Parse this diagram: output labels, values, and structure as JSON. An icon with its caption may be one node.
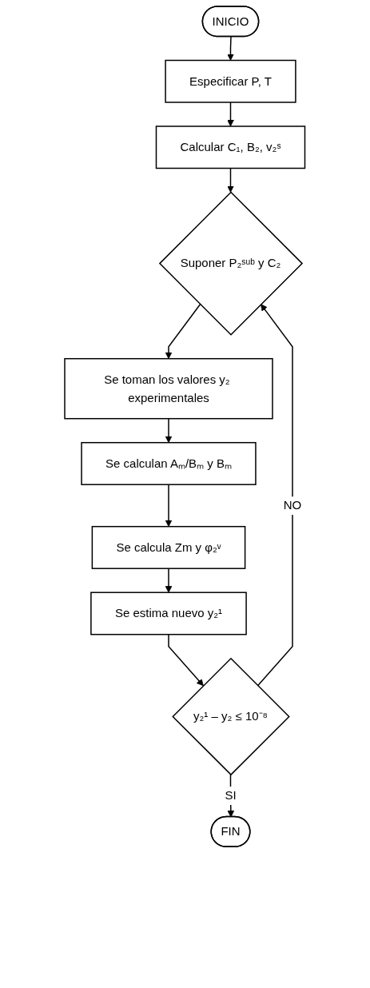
{
  "diagram": {
    "nodes": [
      {
        "text": [
          "INICIO"
        ]
      },
      {
        "text": [
          "Especificar P, T"
        ]
      },
      {
        "text": [
          "Calcular C₁, B₂, v₂ˢ"
        ]
      },
      {
        "text": [
          "Suponer P₂ˢᵘᵇ y C₂"
        ]
      },
      {
        "text": [
          "Se toman los valores y₂ experimentales"
        ]
      },
      {
        "text": [
          "Se calculan Aₘ/Bₘ y Bₘ"
        ]
      },
      {
        "text": [
          "Se calcula Zm y φ₂ᵛ"
        ]
      },
      {
        "text": [
          "Se estima nuevo y₂¹"
        ]
      },
      {
        "text": [
          "y₂¹ – y₂ ≤ 10⁻⁸"
        ]
      },
      {
        "text": [
          "FIN"
        ]
      }
    ],
    "edges": [
      {
        "from": 0,
        "to": 1,
        "arrow": "to"
      },
      {
        "from": 1,
        "to": 2,
        "arrow": "to"
      },
      {
        "from": 2,
        "to": 3,
        "arrow": "to"
      },
      {
        "from": 3,
        "to": 4,
        "arrow": "to"
      },
      {
        "from": 4,
        "to": 5,
        "arrow": "to"
      },
      {
        "from": 5,
        "to": 6,
        "arrow": "to"
      },
      {
        "from": 6,
        "to": 7,
        "arrow": "to"
      },
      {
        "from": 7,
        "to": 8,
        "arrow": "to"
      },
      {
        "from": 8,
        "to": 3,
        "label": "NO",
        "arrow": "to"
      },
      {
        "from": 8,
        "to": 9,
        "label": "SI",
        "arrow": "to"
      }
    ]
  }
}
